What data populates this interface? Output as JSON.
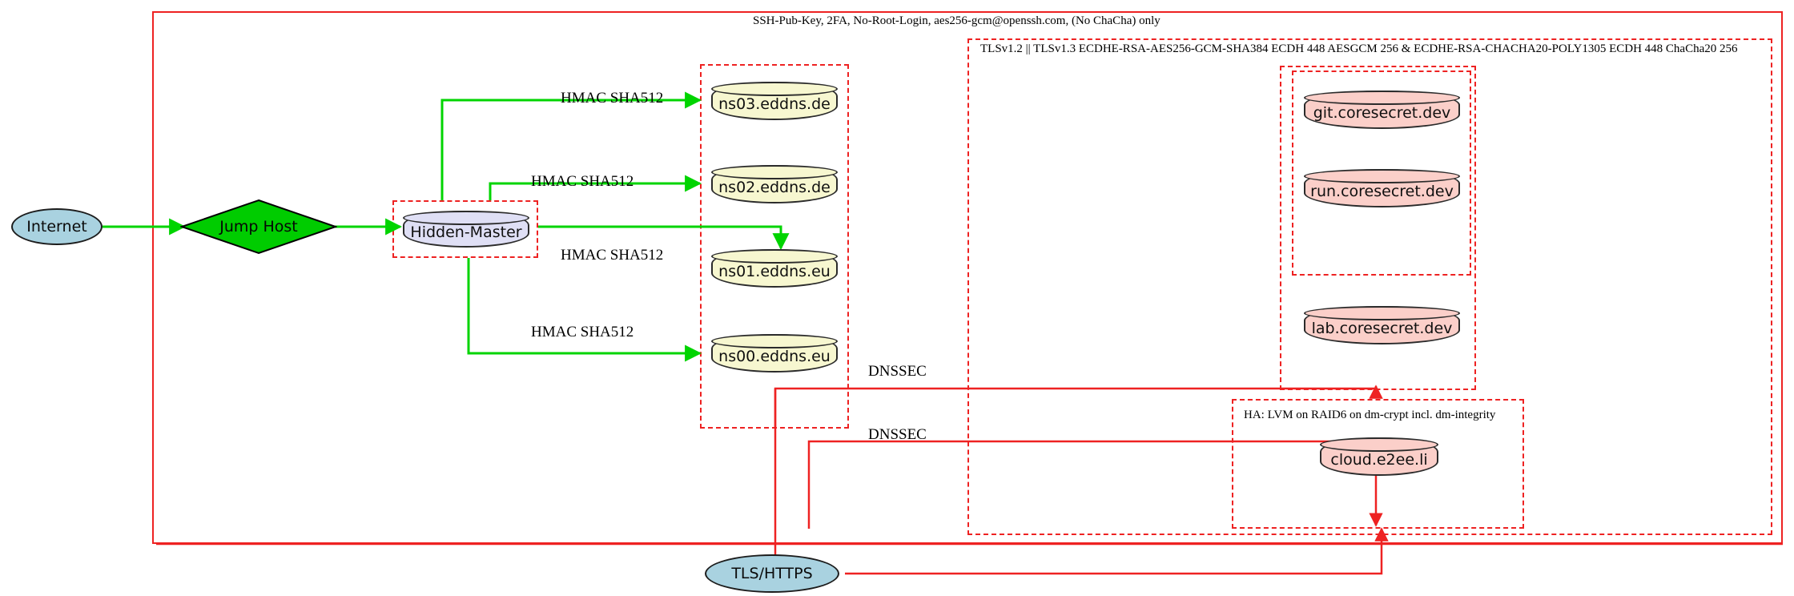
{
  "diagram": {
    "title_label": "SSH-Pub-Key, 2FA, No-Root-Login, aes256-gcm@openssh.com, (No ChaCha) only",
    "colors": {
      "cluster_border": "#ee2222",
      "secure_edge": "#00d400",
      "tls_edge": "#ee2222",
      "dns_node_fill": "#f7f7d0",
      "service_node_fill": "#fbcfc9",
      "master_node_fill": "#dfdff5",
      "endpoint_fill": "#a9d2e0",
      "jump_host_fill": "#00cc00"
    }
  },
  "clusters": {
    "ssh_boundary": {
      "label": "SSH-Pub-Key, 2FA, No-Root-Login, aes256-gcm@openssh.com, (No ChaCha) only"
    },
    "tls_boundary": {
      "label": "TLSv1.2 || TLSv1.3 ECDHE-RSA-AES256-GCM-SHA384 ECDH 448 AESGCM 256 & ECDHE-RSA-CHACHA20-POLY1305 ECDH 448 ChaCha20 256"
    },
    "ha_boundary": {
      "label": "HA: LVM on RAID6 on dm-crypt incl. dm-integrity"
    },
    "hidden_master_box": {
      "label": ""
    },
    "dns_box": {
      "label": ""
    },
    "services_outer_box": {
      "label": ""
    },
    "services_inner_box": {
      "label": ""
    }
  },
  "nodes": {
    "internet": {
      "label": "Internet",
      "shape": "ellipse",
      "fill": "#a9d2e0"
    },
    "jump_host": {
      "label": "Jump Host",
      "shape": "diamond",
      "fill": "#00cc00"
    },
    "hidden_master": {
      "label": "Hidden-Master",
      "shape": "cylinder",
      "fill": "#dfdff5"
    },
    "ns03": {
      "label": "ns03.eddns.de",
      "shape": "cylinder",
      "fill": "#f7f7d0"
    },
    "ns02": {
      "label": "ns02.eddns.de",
      "shape": "cylinder",
      "fill": "#f7f7d0"
    },
    "ns01": {
      "label": "ns01.eddns.eu",
      "shape": "cylinder",
      "fill": "#f7f7d0"
    },
    "ns00": {
      "label": "ns00.eddns.eu",
      "shape": "cylinder",
      "fill": "#f7f7d0"
    },
    "git": {
      "label": "git.coresecret.dev",
      "shape": "cylinder",
      "fill": "#fbcfc9"
    },
    "run": {
      "label": "run.coresecret.dev",
      "shape": "cylinder",
      "fill": "#fbcfc9"
    },
    "lab": {
      "label": "lab.coresecret.dev",
      "shape": "cylinder",
      "fill": "#fbcfc9"
    },
    "cloud": {
      "label": "cloud.e2ee.li",
      "shape": "cylinder",
      "fill": "#fbcfc9"
    },
    "tls_https": {
      "label": "TLS/HTTPS",
      "shape": "ellipse",
      "fill": "#a9d2e0"
    }
  },
  "edge_labels": {
    "hmac_ns03": "HMAC SHA512",
    "hmac_ns02": "HMAC SHA512",
    "hmac_ns01": "HMAC SHA512",
    "hmac_ns00": "HMAC SHA512",
    "dnssec_upper": "DNSSEC",
    "dnssec_lower": "DNSSEC"
  }
}
